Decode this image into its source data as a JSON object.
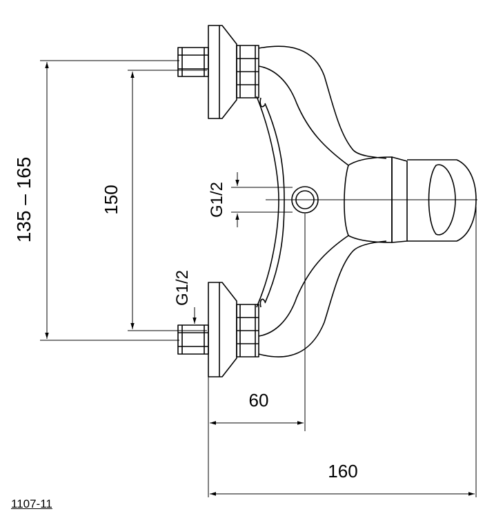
{
  "dimensions": {
    "overall_height_range": "135 – 165",
    "inlet_spacing": "150",
    "outlet_thread": "G1/2",
    "inlet_thread": "G1/2",
    "outlet_offset": "60",
    "total_depth": "160"
  },
  "product_code": "1107-11"
}
